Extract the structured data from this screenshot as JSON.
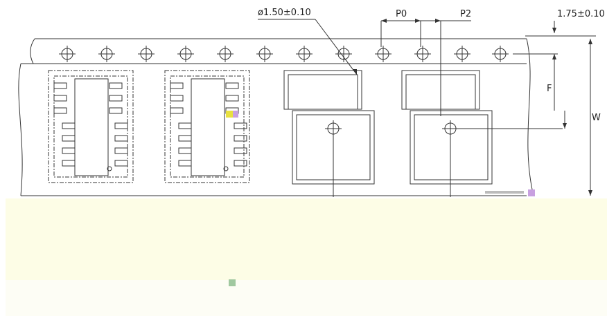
{
  "drawing": {
    "hole_diameter": "ø1.50±0.10",
    "edge_distance": "1.75±0.10",
    "pitch_p0": "P0",
    "pitch_p2": "P2",
    "dim_f": "F",
    "dim_w": "W"
  },
  "colors": {
    "line": "#333333",
    "band": "#fdfde6",
    "band_lower": "#fdfdf5"
  }
}
